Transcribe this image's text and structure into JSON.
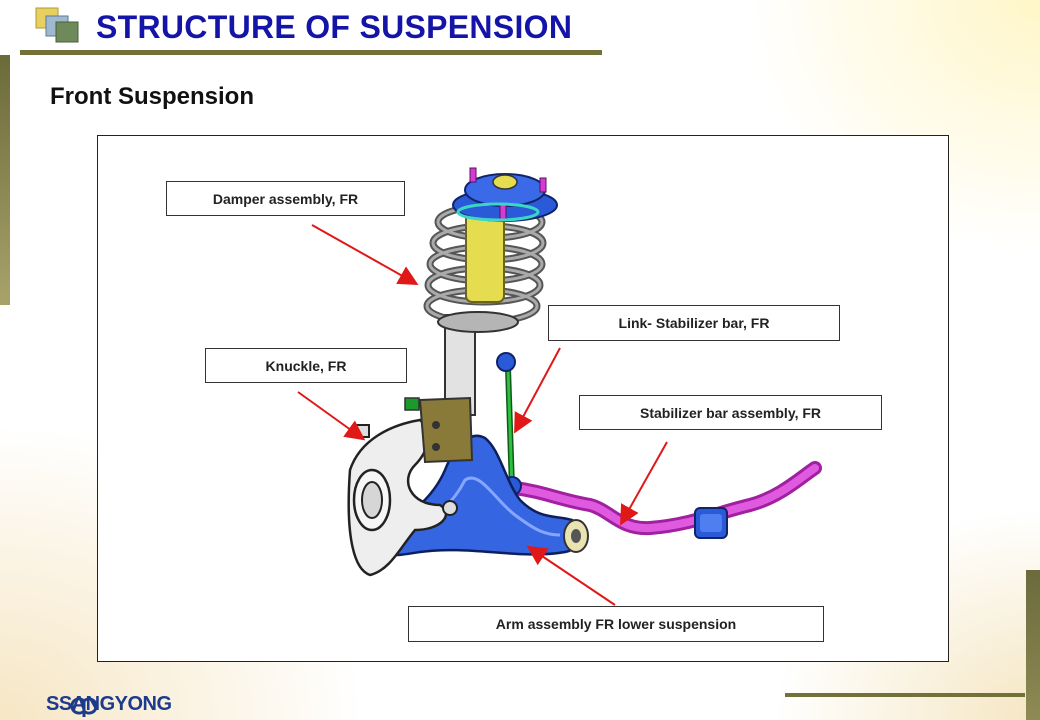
{
  "slide": {
    "title": "STRUCTURE OF SUSPENSION",
    "subtitle": "Front Suspension"
  },
  "labels": {
    "damper": "Damper assembly, FR",
    "knuckle": "Knuckle, FR",
    "link": "Link- Stabilizer bar, FR",
    "stabilizer": "Stabilizer bar assembly, FR",
    "arm": "Arm assembly FR lower suspension"
  },
  "brand": {
    "name": "SSANGYONG",
    "logo_icon": "ssangyong-emblem-icon"
  },
  "colors": {
    "title": "#1414a8",
    "accent_rule": "#74703a",
    "callout_arrow": "#e01818",
    "arm": "#2a5ad8",
    "stabilizer": "#d63ad6",
    "spring": "#7a7a7a",
    "link": "#1a9a2a"
  }
}
